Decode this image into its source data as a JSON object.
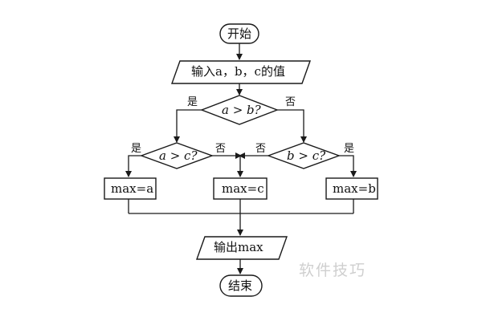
{
  "nodes": {
    "start": "开始",
    "input": "输入a，b，c的值",
    "cond_ab": "a > b?",
    "cond_ac": "a > c?",
    "cond_bc": "b > c?",
    "assign_a": "max=a",
    "assign_c": "max=c",
    "assign_b": "max=b",
    "output": "输出max",
    "end": "结束"
  },
  "branch_labels": {
    "yes": "是",
    "no": "否"
  },
  "watermark": "软件技巧"
}
